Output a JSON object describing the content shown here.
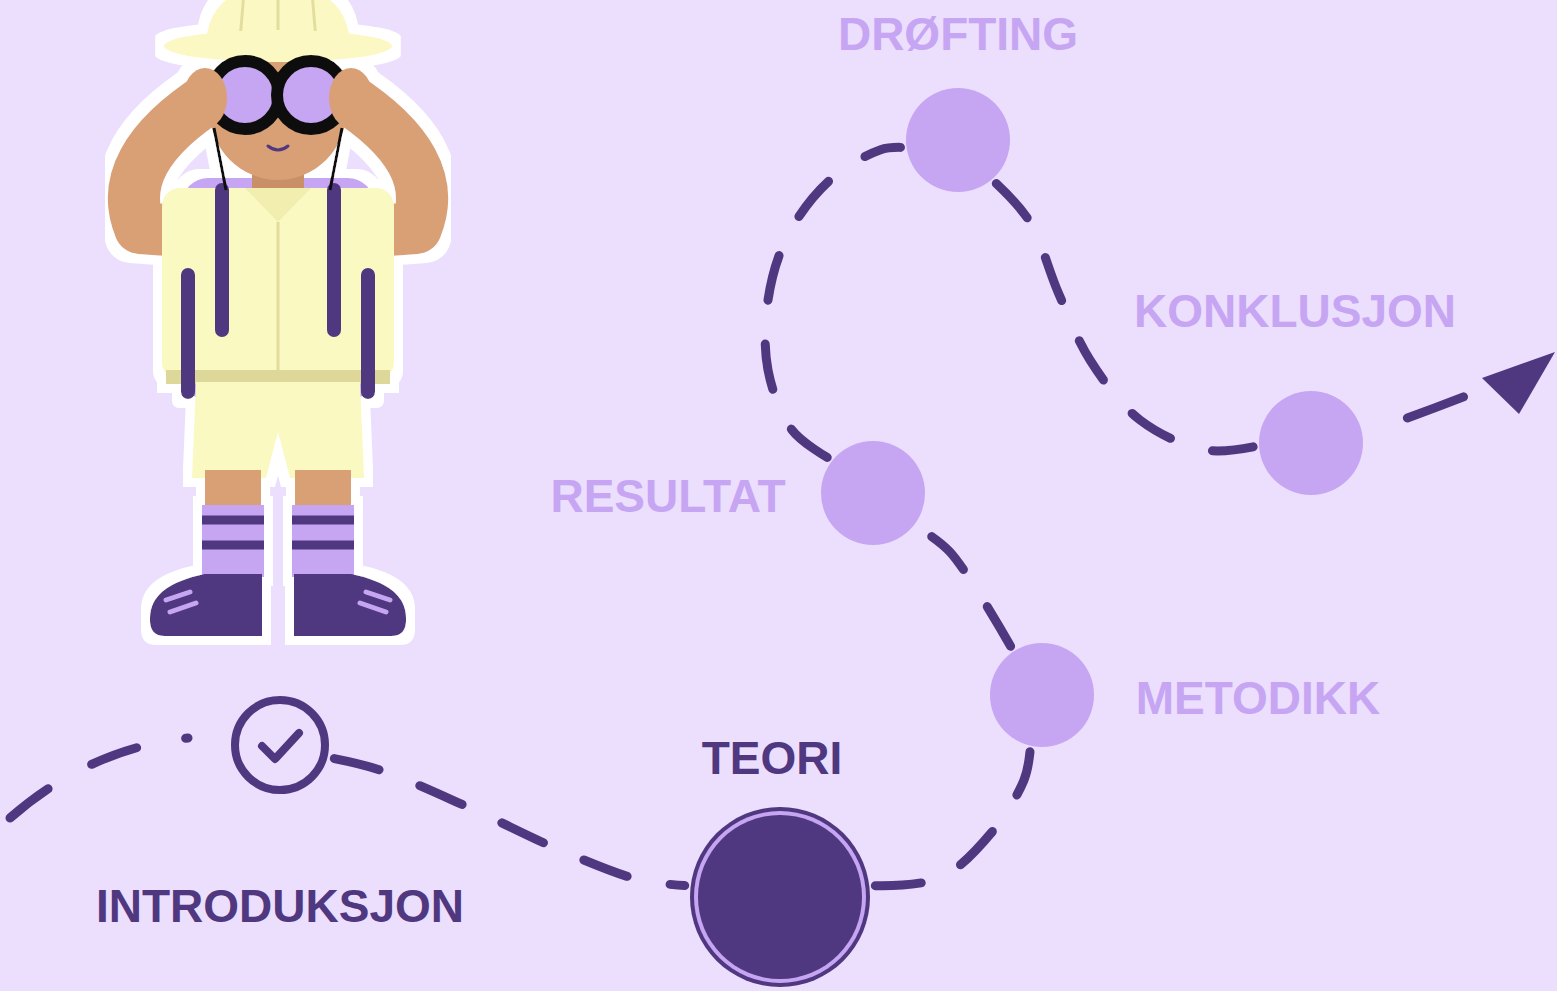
{
  "diagram": {
    "nodes": [
      {
        "text": [
          "INTRODUKSJON"
        ]
      },
      {
        "text": [
          "TEORI"
        ]
      },
      {
        "text": [
          "METODIKK"
        ]
      },
      {
        "text": [
          "RESULTAT"
        ]
      },
      {
        "text": [
          "DRØFTING"
        ]
      },
      {
        "text": [
          "KONKLUSJON"
        ]
      }
    ],
    "edges": [
      {
        "from": 0,
        "to": 1,
        "arrow": "none"
      },
      {
        "from": 1,
        "to": 2,
        "arrow": "none"
      },
      {
        "from": 2,
        "to": 3,
        "arrow": "none"
      },
      {
        "from": 3,
        "to": 4,
        "arrow": "none"
      },
      {
        "from": 4,
        "to": 5,
        "arrow": "none"
      }
    ]
  }
}
